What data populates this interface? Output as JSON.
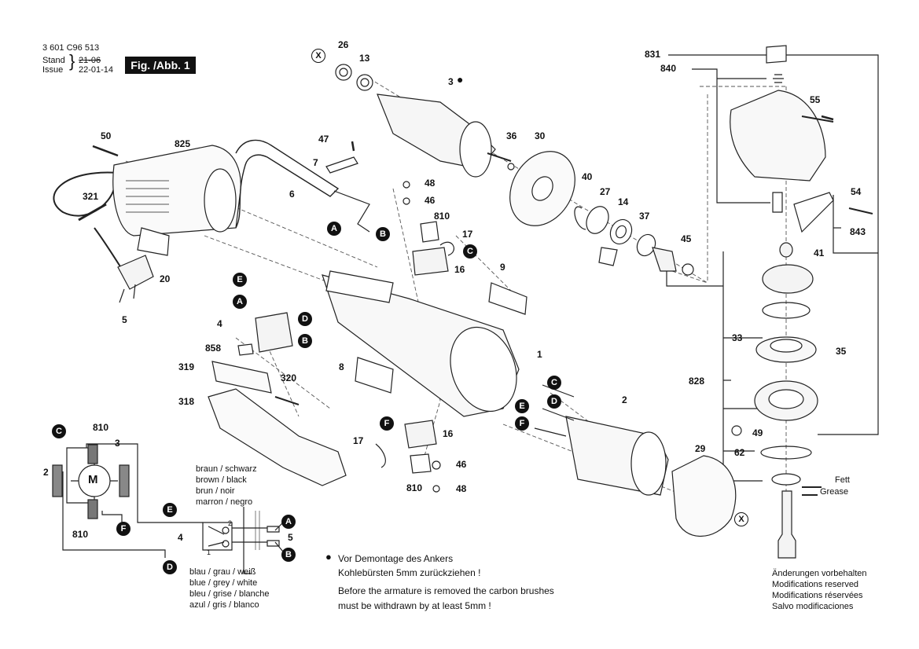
{
  "header": {
    "part_number": "3 601 C96 513",
    "stand_label": "Stand",
    "issue_label": "Issue",
    "stand_date": "21-06",
    "issue_date": "22-01-14",
    "fig_label": "Fig. /Abb. 1"
  },
  "callouts": {
    "c26": "26",
    "c13": "13",
    "c3": "3",
    "c36": "36",
    "c30": "30",
    "c831": "831",
    "c840": "840",
    "c55": "55",
    "c50": "50",
    "c825": "825",
    "c47": "47",
    "c7": "7",
    "c6": "6",
    "c321": "321",
    "c48a": "48",
    "c46a": "46",
    "c810a": "810",
    "c17a": "17",
    "c16a": "16",
    "c40": "40",
    "c27": "27",
    "c14": "14",
    "c37": "37",
    "c45": "45",
    "c54": "54",
    "c843": "843",
    "c41": "41",
    "c20": "20",
    "c5": "5",
    "c9": "9",
    "c1": "1",
    "c4": "4",
    "c858": "858",
    "c33": "33",
    "c35": "35",
    "c8": "8",
    "c319": "319",
    "c320": "320",
    "c318": "318",
    "c828": "828",
    "c2": "2",
    "c17b": "17",
    "c16b": "16",
    "c46b": "46",
    "c810b": "810",
    "c48b": "48",
    "c49": "49",
    "c29": "29",
    "c62": "62"
  },
  "letter_markers": {
    "x": "X",
    "a": "A",
    "b": "B",
    "c": "C",
    "d": "D",
    "e": "E",
    "f": "F"
  },
  "grease": {
    "fett": "Fett",
    "grease": "Grease"
  },
  "wiring": {
    "motor": "M",
    "n810_top": "810",
    "n3": "3",
    "n2": "2",
    "n810_bottom": "810",
    "n4": "4",
    "n5": "5",
    "sw_1": "1",
    "sw_2": "2",
    "colors_top": [
      "braun   / schwarz",
      "brown   / black",
      "brun    / noir",
      "marron / negro"
    ],
    "colors_bottom": [
      "blau / grau / weiß",
      "blue / grey / white",
      "bleu / grise / blanche",
      "azul / gris   / blanco"
    ]
  },
  "notes": {
    "bullet": "●",
    "de_line1": "Vor Demontage des Ankers",
    "de_line2": "Kohlebürsten 5mm zurückziehen !",
    "en_line1": "Before the armature is removed the carbon brushes",
    "en_line2": "must be withdrawn by at least 5mm !"
  },
  "footer": {
    "lines": [
      "Änderungen vorbehalten",
      "Modifications reserved",
      "Modifications réservées",
      "Salvo modificaciones"
    ]
  }
}
